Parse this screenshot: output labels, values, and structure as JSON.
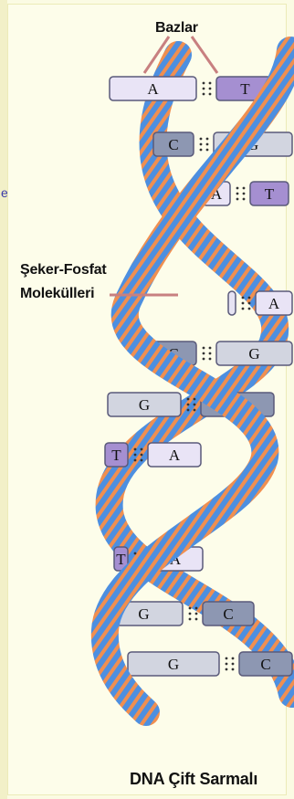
{
  "labels": {
    "bases": "Bazlar",
    "sugar_phosphate_line1": "Şeker-Fosfat",
    "sugar_phosphate_line2": "Molekülleri",
    "caption": "DNA Çift Sarmalı",
    "edge_char": "e"
  },
  "base_pairs": [
    {
      "left": "A",
      "right": "T"
    },
    {
      "left": "C",
      "right": "G"
    },
    {
      "left": "A",
      "right": "T"
    },
    {
      "left": "",
      "right": "A"
    },
    {
      "left": "C",
      "right": "G"
    },
    {
      "left": "G",
      "right": "C"
    },
    {
      "left": "T",
      "right": "A"
    },
    {
      "left": "T",
      "right": "A"
    },
    {
      "left": "G",
      "right": "C"
    },
    {
      "left": "G",
      "right": "C"
    }
  ],
  "colors": {
    "strand": "#4d8fe0",
    "strand_dark": "#2e62b8",
    "rung": "#f08f50",
    "base_A": "#e9e4f6",
    "base_T": "#a58fd1",
    "base_C": "#8d97b2",
    "base_G": "#d2d5e0"
  }
}
